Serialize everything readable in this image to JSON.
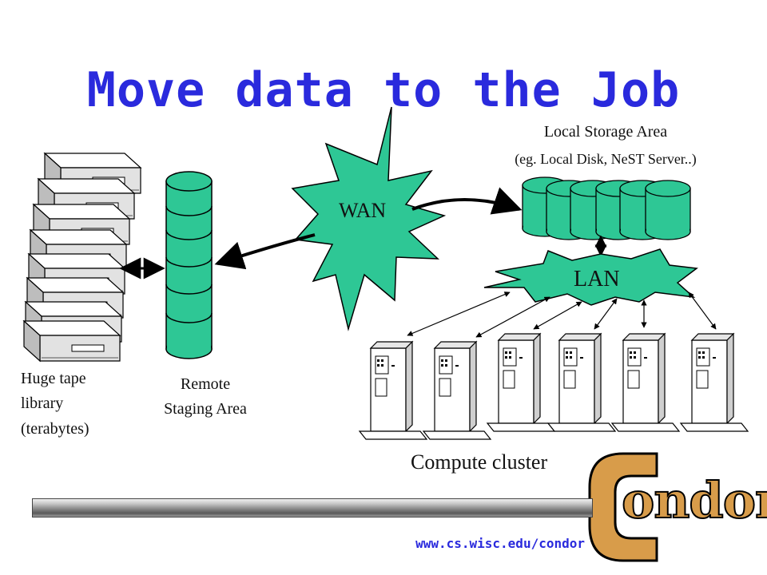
{
  "title": "Move data to the Job",
  "labels": {
    "local_storage_title": "Local Storage Area",
    "local_storage_sub": "(eg. Local Disk, NeST Server..)",
    "wan": "WAN",
    "lan": "LAN",
    "tape_line1": "Huge tape",
    "tape_line2": "library",
    "tape_line3": "(terabytes)",
    "remote_line1": "Remote",
    "remote_line2": "Staging Area",
    "compute_cluster": "Compute cluster"
  },
  "logo": {
    "text": "Condor"
  },
  "footer": {
    "url": "www.cs.wisc.edu/condor"
  },
  "colors": {
    "title": "#2a2add",
    "shape_fill": "#2ec795",
    "outline": "#000000",
    "logo_fill": "#d89c4a"
  }
}
